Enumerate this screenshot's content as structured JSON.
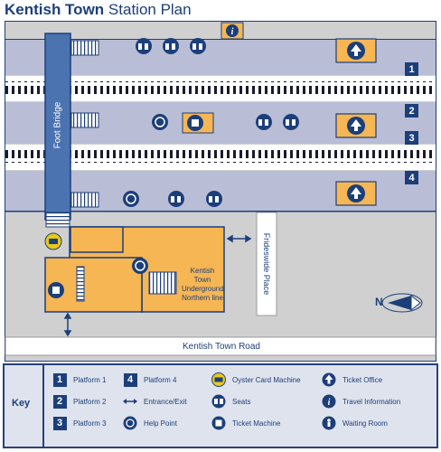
{
  "title": {
    "bold": "Kentish Town",
    "rest": "Station Plan"
  },
  "platforms": [
    "1",
    "2",
    "3",
    "4"
  ],
  "labels": {
    "foot_bridge": "Foot Bridge",
    "underground": [
      "Kentish Town",
      "Underground",
      "Northern line"
    ],
    "frideswide": "Frideswide Place",
    "road": "Kentish Town Road"
  },
  "north": {
    "letter": "N"
  },
  "key": {
    "title": "Key",
    "items": [
      {
        "icon": "num",
        "value": "1",
        "label": "Platform 1"
      },
      {
        "icon": "num",
        "value": "2",
        "label": "Platform 2"
      },
      {
        "icon": "num",
        "value": "3",
        "label": "Platform 3"
      },
      {
        "icon": "num",
        "value": "4",
        "label": "Platform 4"
      },
      {
        "icon": "entrance-exit-icon",
        "label": "Entrance/Exit"
      },
      {
        "icon": "help-point-icon",
        "label": "Help Point"
      },
      {
        "icon": "oyster-card-machine-icon",
        "label": "Oyster Card Machine"
      },
      {
        "icon": "seats-icon",
        "label": "Seats"
      },
      {
        "icon": "ticket-machine-icon",
        "label": "Ticket Machine"
      },
      {
        "icon": "ticket-office-icon",
        "label": "Ticket Office"
      },
      {
        "icon": "travel-information-icon",
        "label": "Travel Information"
      },
      {
        "icon": "waiting-room-icon",
        "label": "Waiting Room"
      }
    ]
  },
  "colors": {
    "navy": "#1c3f7a",
    "platform": "#b9bed6",
    "building": "#f6b654",
    "ground": "#d0d0d0",
    "track": "#ffffff"
  }
}
